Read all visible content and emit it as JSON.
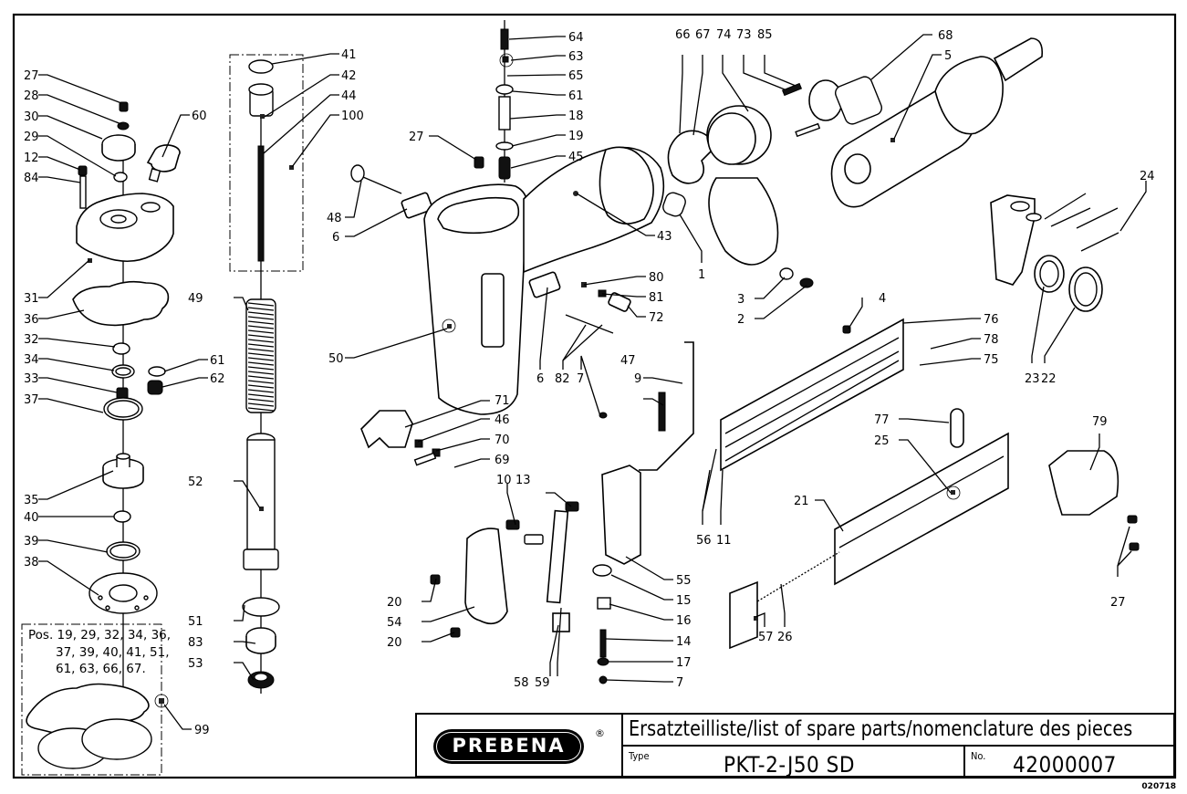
{
  "drawing": {
    "type": "exploded-view spare parts diagram",
    "title_block": {
      "brand": "PREBENA",
      "registered_mark": "®",
      "heading": "Ersatzteilliste/list of spare parts/nomenclature des pieces",
      "type_label": "Type",
      "type_value": "PKT-2-J50 SD",
      "number_label": "No.",
      "number_value": "42000007"
    },
    "document_code": "020718",
    "kit_note": {
      "lines": [
        "Pos. 19, 29, 32, 34, 36,",
        "37, 39, 40, 41, 51,",
        "61, 63, 66, 67."
      ],
      "kit_part": "99"
    },
    "callouts": {
      "c27a": "27",
      "c28": "28",
      "c30": "30",
      "c29": "29",
      "c12": "12",
      "c84": "84",
      "c60": "60",
      "c31": "31",
      "c36": "36",
      "c32": "32",
      "c34": "34",
      "c33": "33",
      "c37": "37",
      "c35": "35",
      "c40": "40",
      "c39": "39",
      "c38": "38",
      "c61a": "61",
      "c62": "62",
      "c41": "41",
      "c42": "42",
      "c44": "44",
      "c100": "100",
      "c49": "49",
      "c52": "52",
      "c51": "51",
      "c83": "83",
      "c53": "53",
      "c99": "99",
      "c64": "64",
      "c63": "63",
      "c65": "65",
      "c61b": "61",
      "c18": "18",
      "c19": "19",
      "c45": "45",
      "c27b": "27",
      "c48": "48",
      "c6a": "6",
      "c43": "43",
      "c50": "50",
      "c80": "80",
      "c81": "81",
      "c72": "72",
      "c6b": "6",
      "c82": "82",
      "c7a": "7",
      "c47": "47",
      "c9": "9",
      "c71": "71",
      "c46": "46",
      "c70": "70",
      "c69": "69",
      "c10": "10",
      "c13": "13",
      "c20a": "20",
      "c54": "54",
      "c20b": "20",
      "c58": "58",
      "c59": "59",
      "c55": "55",
      "c15": "15",
      "c16": "16",
      "c14": "14",
      "c17": "17",
      "c7b": "7",
      "c66": "66",
      "c67": "67",
      "c74": "74",
      "c73": "73",
      "c85": "85",
      "c68": "68",
      "c5": "5",
      "c1": "1",
      "c3": "3",
      "c2": "2",
      "c4": "4",
      "c76": "76",
      "c78": "78",
      "c75": "75",
      "c24": "24",
      "c23": "23",
      "c22": "22",
      "c56": "56",
      "c11": "11",
      "c77": "77",
      "c25": "25",
      "c79": "79",
      "c21": "21",
      "c57": "57",
      "c26": "26",
      "c27c": "27"
    }
  }
}
